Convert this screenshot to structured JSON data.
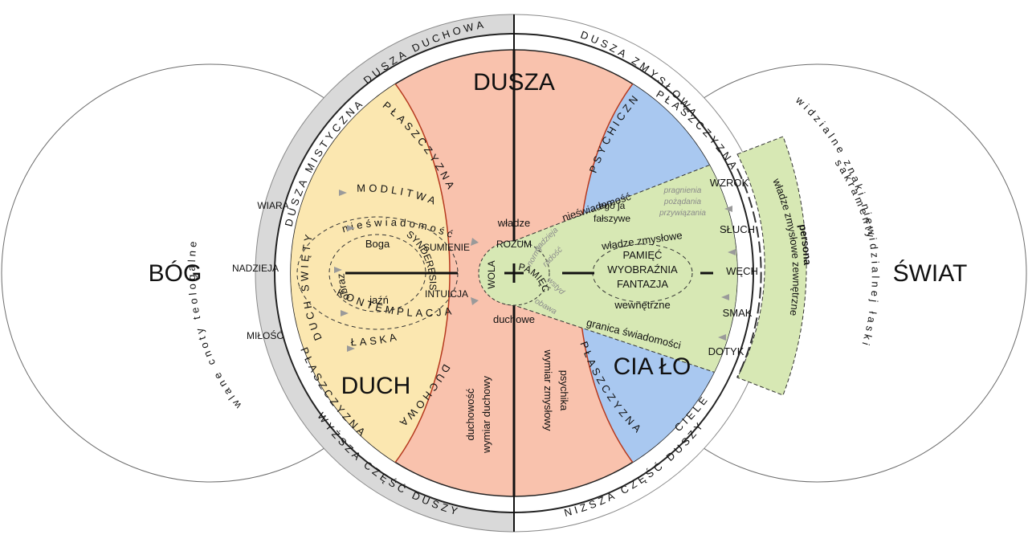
{
  "colors": {
    "spirit": "#fbe7b0",
    "soul": "#f9c2ad",
    "body_blue": "#a9c8f0",
    "senses_green": "#d7e8b4",
    "ring_grey": "#d9d9d9"
  },
  "titles": {
    "dusza": "DUSZA",
    "duch": "DUCH",
    "cialo": "CIA ŁO",
    "bog": "BÓG",
    "swiat": "ŚWIAT"
  },
  "rings": {
    "top_left": "DUSZA DUCHOWA",
    "top_right": "DUSZA ZMYSŁOWA",
    "bottom_left": "WYŻSZA CZĘŚĆ DUSZY",
    "bottom_right": "NIŻSZA CZĘŚĆ DUSZY",
    "dusza_mistyczna": "DUSZA MISTYCZNA",
    "plaszczyzna_wyzsza": "PŁASZCZYZNA",
    "plaszczyzna_duchowa_1": "PŁASZCZYZNA",
    "plaszczyzna_duchowa_2": "DUCHOWA",
    "plaszczyzna_psychiczna": "PSYCHICZNA",
    "plaszczyzna_zmyslowa": "PŁASZCZYZNA",
    "plaszczyzna_cielesna_1": "PŁASZCZYZNA",
    "plaszczyzna_cielesna_2": "CIELESNA"
  },
  "god_side": {
    "arc_text": "wlane cnoty teologalne",
    "virtues": [
      "WIARA",
      "NADZIEJA",
      "MIŁOŚĆ"
    ]
  },
  "world_side": {
    "arc_text_1": "sakramenty",
    "arc_text_2": "widzialne znaki niewidzialnej łaski"
  },
  "spirit_zone": {
    "modlitwa": "MODLITWA",
    "nieswiadomosc": "nieświadomość",
    "duch_swiety": "DUCH ŚWIĘTY",
    "obraz": "obraz",
    "boga": "Boga",
    "jazn": "jaźń",
    "synderesis": "SYNDERESIS",
    "kontemplacja": "KONTEMPLACJA",
    "laska": "ŁASKA",
    "sumienie": "SUMIENIE",
    "intuicja": "INTUICJA"
  },
  "center": {
    "wladze": "władze",
    "duchowe": "duchowe",
    "rozum": "ROZUM",
    "wola": "WOLA",
    "pamiec": "PAMIĘĆ",
    "plus": "+"
  },
  "soul_lower": {
    "duchowosc_1": "duchowość",
    "duchowosc_2": "wymiar duchowy",
    "zmyslowy_1": "wymiar zmysłowy",
    "zmyslowy_2": "psychika"
  },
  "sense_zone": {
    "nieswiadomosc": "nieświadomość",
    "ego_1": "ego ja",
    "ego_2": "fałszywe",
    "wladze_zmyslowe": "władze zmysłowe",
    "pamiec": "PAMIĘĆ",
    "wyobraznia": "WYOBRAŹNIA",
    "fantazja": "FANTAZJA",
    "wewnetrzne": "wewnętrzne",
    "granica": "granica świadomości",
    "desires": [
      "pragnienia",
      "pożądania",
      "przywiązania"
    ],
    "grey_words": [
      "nadzieja",
      "normy",
      "radość",
      "wstyd",
      "obawa"
    ],
    "senses": [
      "WZROK",
      "SŁUCH",
      "WĘCH",
      "SMAK",
      "DOTYK"
    ],
    "outer_1": "władze zmysłowe zewnętrzne",
    "outer_2": "persona"
  }
}
